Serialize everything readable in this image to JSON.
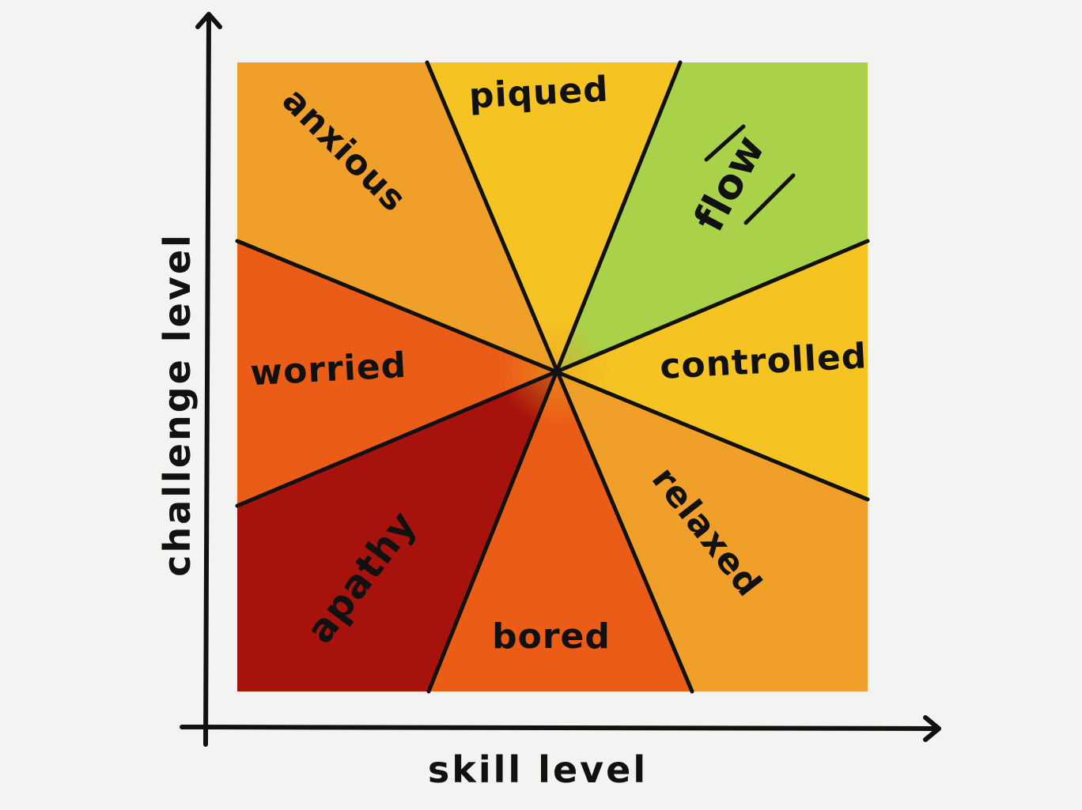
{
  "axes": {
    "x_label": "skill level",
    "y_label": "challenge level"
  },
  "sectors": [
    {
      "id": "anxious",
      "label": "anxious",
      "color": "#f0a028"
    },
    {
      "id": "piqued",
      "label": "piqued",
      "color": "#f5c322"
    },
    {
      "id": "flow",
      "label": "flow",
      "color": "#a9d24a"
    },
    {
      "id": "controlled",
      "label": "controlled",
      "color": "#f5c322"
    },
    {
      "id": "relaxed",
      "label": "relaxed",
      "color": "#f0a028"
    },
    {
      "id": "bored",
      "label": "bored",
      "color": "#eb5c17"
    },
    {
      "id": "apathy",
      "label": "apathy",
      "color": "#a8120c"
    },
    {
      "id": "worried",
      "label": "worried",
      "color": "#eb5c17"
    }
  ],
  "colors": {
    "lines": "#111111",
    "text": "#111111",
    "background": "#f3f3f2"
  }
}
